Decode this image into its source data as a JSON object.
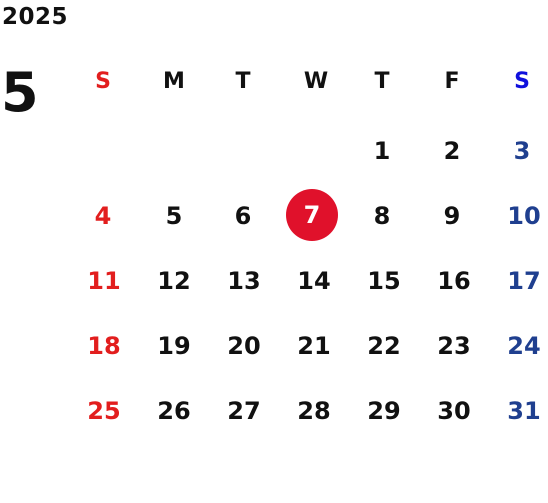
{
  "calendar": {
    "year": "2025",
    "month": "5",
    "weekdays": [
      "S",
      "M",
      "T",
      "W",
      "T",
      "F",
      "S"
    ],
    "days": [
      [
        "",
        "",
        "",
        "",
        "1",
        "2",
        "3"
      ],
      [
        "4",
        "5",
        "6",
        "7",
        "8",
        "9",
        "10"
      ],
      [
        "11",
        "12",
        "13",
        "14",
        "15",
        "16",
        "17"
      ],
      [
        "18",
        "19",
        "20",
        "21",
        "22",
        "23",
        "24"
      ],
      [
        "25",
        "26",
        "27",
        "28",
        "29",
        "30",
        "31"
      ]
    ],
    "highlighted_day": "7",
    "colors": {
      "sunday": "#e21e1e",
      "saturday": "#1f3f8f",
      "saturday_header": "#1010dd",
      "weekday": "#111111",
      "highlight": "#e0112b"
    }
  }
}
